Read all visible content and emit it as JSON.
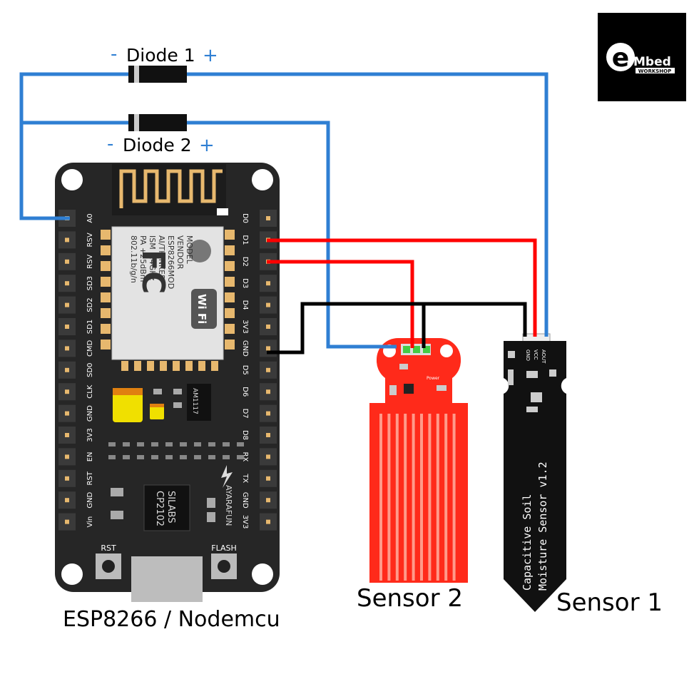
{
  "labels": {
    "diode1": "Diode 1",
    "diode2": "Diode 2",
    "minus": "-",
    "plus": "+",
    "board": "ESP8266 / Nodemcu",
    "sensor2": "Sensor 2",
    "sensor1": "Sensor 1"
  },
  "logo": {
    "big": "e",
    "mbed": "Mbed",
    "workshop": "WORKSHOP"
  },
  "board": {
    "left_pins": [
      "A0",
      "RSV",
      "RSV",
      "SD3",
      "SD2",
      "SD1",
      "CMD",
      "SD0",
      "CLK",
      "GND",
      "3V3",
      "EN",
      "RST",
      "GND",
      "Vin"
    ],
    "right_pins": [
      "D0",
      "D1",
      "D2",
      "D3",
      "D4",
      "3V3",
      "GND",
      "D5",
      "D6",
      "D7",
      "D8",
      "RX",
      "TX",
      "GND",
      "3V3"
    ],
    "module_lines": [
      "MODEL",
      "VENDOR",
      "ESP8266MOD",
      "AI/THINKER",
      "ISM 2.4GHz",
      "PA +25dBm",
      "802.11b/g/n"
    ],
    "fc": "FC",
    "wifi": "Wi Fi",
    "regulator": "AM1117",
    "usb_chip": [
      "SILABS",
      "CP2102"
    ],
    "brand": "AYARAFUN",
    "rst": "RST",
    "flash": "FLASH"
  },
  "sensor1": {
    "pins": [
      "GND",
      "VCC",
      "AOUT"
    ],
    "text": [
      "Capacitive Soil",
      "Moisture Sensor v1.2"
    ]
  },
  "sensor2": {
    "power": "Power"
  },
  "colors": {
    "wire_blue": "#2f7fd3",
    "wire_red": "#ff0000",
    "wire_black": "#000000",
    "board": "#262626",
    "sensor_red": "#ff2a1a",
    "gold": "#e7b86e"
  }
}
